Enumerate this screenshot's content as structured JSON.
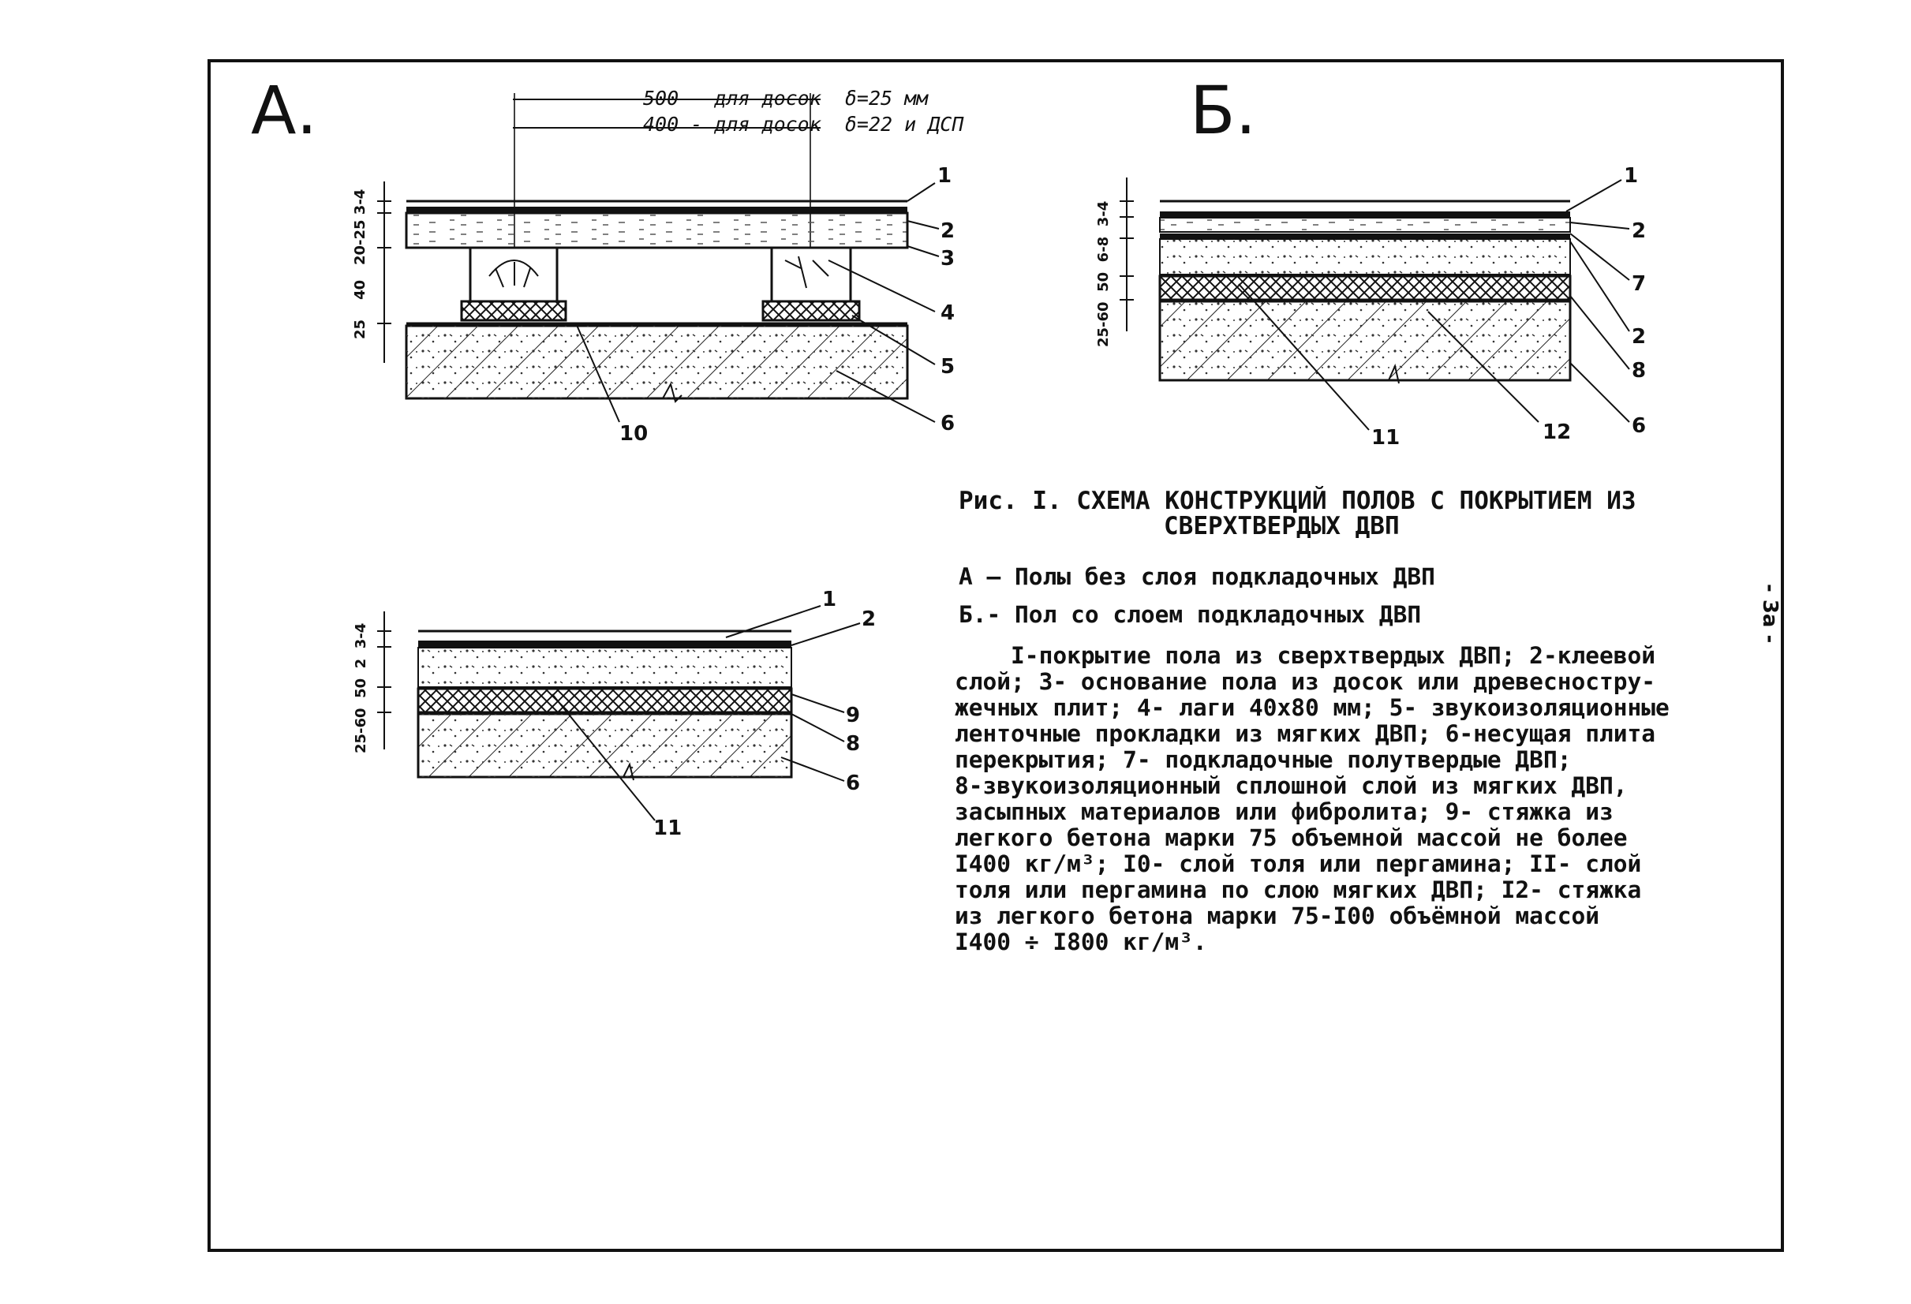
{
  "panel_a": {
    "letter": "А.",
    "dim_top_1": "500 — для досок  δ=25 мм",
    "dim_top_2": "400 - для досок  δ=22 и ДСП",
    "vdim": "25    40   20-25 3-4",
    "callouts": [
      "1",
      "2",
      "3",
      "4",
      "5",
      "6",
      "10"
    ]
  },
  "panel_b": {
    "letter": "Б.",
    "vdim": "25-60  50  6-8  3-4",
    "callouts": [
      "1",
      "2",
      "7",
      "2",
      "8",
      "6",
      "11",
      "12"
    ]
  },
  "panel_c": {
    "vdim": "25-60  50  2  3-4",
    "callouts": [
      "1",
      "2",
      "9",
      "8",
      "6",
      "11"
    ]
  },
  "caption": {
    "line1": "Рис. I. СХЕМА КОНСТРУКЦИЙ ПОЛОВ С ПОКРЫТИЕМ ИЗ",
    "line2": "СВЕРХТВЕРДЫХ ДВП"
  },
  "legend_a": "А – Полы без слоя подкладочных ДВП",
  "legend_b": "Б.- Пол со слоем подкладочных ДВП",
  "body_lines": [
    "    I-покрытие пола из сверхтвердых ДВП; 2-клеевой",
    "слой; 3- основание пола из досок или древесностру-",
    "жечных плит; 4- лаги 40х80 мм; 5- звукоизоляционные",
    "ленточные прокладки из мягких ДВП; 6-несущая плита",
    "перекрытия; 7- подкладочные полутвердые ДВП;",
    "8-звукоизоляционный сплошной слой из мягких ДВП,",
    "засыпных материалов или фибролита; 9- стяжка из",
    "легкого бетона марки 75 объемной массой не более",
    "I400 кг/м³; I0- слой толя или пергамина; II- слой",
    "толя или пергамина по слою мягких ДВП; I2- стяжка",
    "из легкого бетона марки 75-I00 объёмной массой",
    "I400 ÷ I800 кг/м³."
  ],
  "page_number": "- 3а -"
}
